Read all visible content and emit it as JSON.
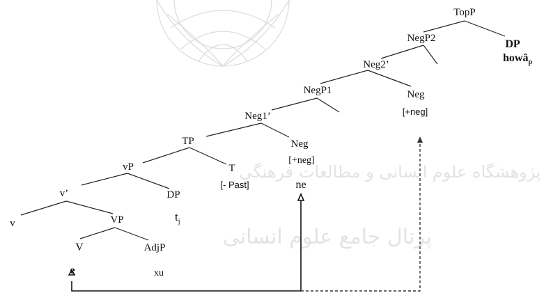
{
  "tree": {
    "TopP": "TopP",
    "NegP2": "NegP2",
    "DP_top": "DP",
    "howa": "howâ",
    "howa_sub": "p",
    "Neg2bar": "Neg2’",
    "NegP1": "NegP1",
    "Neg_upper": "Neg",
    "neg_feature_upper": "[+neg]",
    "Neg1bar": "Neg1’",
    "TP": "TP",
    "Neg_lower": "Neg",
    "neg_feature_lower": "[+neg]",
    "ne": "ne",
    "vP": "vP",
    "T": "T",
    "past_feature": "[- Past]",
    "vbar": "v’",
    "DP_mid": "DP",
    "trace": "t",
    "trace_sub": "j",
    "v": "v",
    "VP": "VP",
    "V": "V",
    "AdjP": "AdjP",
    "e": "e",
    "xu": "xu"
  },
  "watermark": {
    "line1": "پژوهشگاه علوم انسانی و مطالعات فرهنگی",
    "line2": "پرتال جامع علوم انسانی"
  },
  "colors": {
    "ink": "#111111",
    "watermark": "#d9d9d9"
  }
}
